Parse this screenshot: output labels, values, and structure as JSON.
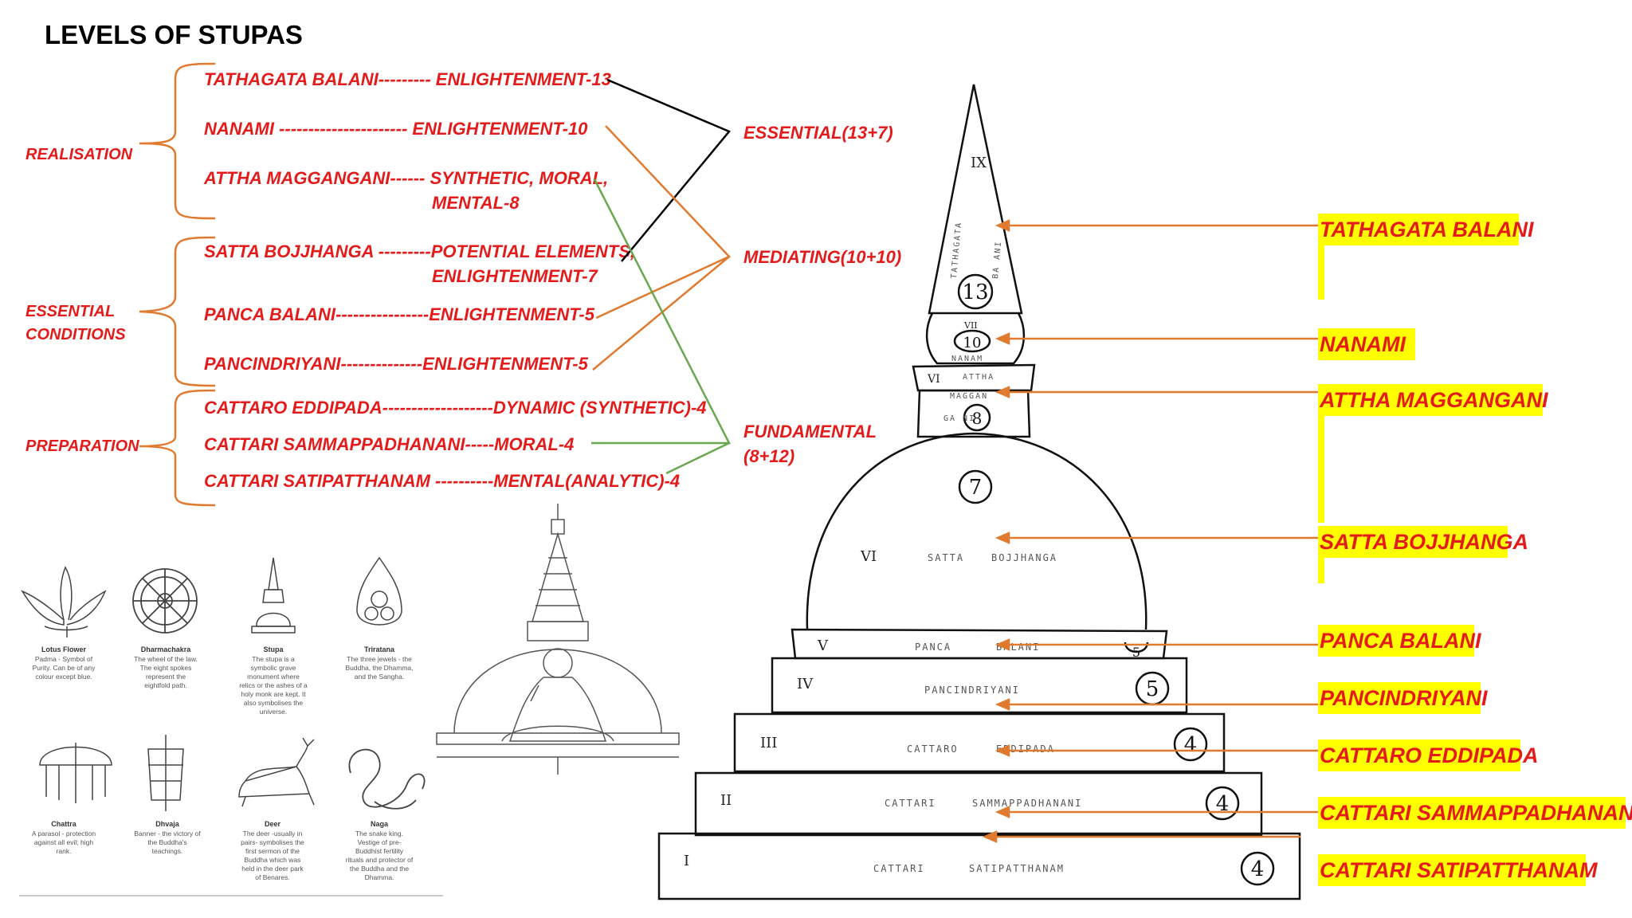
{
  "title": "LEVELS OF STUPAS",
  "categories": {
    "realisation": "REALISATION",
    "essential_1": "ESSENTIAL",
    "essential_2": "CONDITIONS",
    "preparation": "PREPARATION"
  },
  "items": [
    "TATHAGATA BALANI--------- ENLIGHTENMENT-13",
    "NANAMI ---------------------- ENLIGHTENMENT-10",
    "ATTHA MAGGANGANI------ SYNTHETIC, MORAL,",
    "MENTAL-8",
    "SATTA BOJJHANGA ---------POTENTIAL ELEMENTS,",
    "ENLIGHTENMENT-7",
    "PANCA BALANI----------------ENLIGHTENMENT-5",
    "PANCINDRIYANI--------------ENLIGHTENMENT-5",
    "CATTARO EDDIPADA-------------------DYNAMIC (SYNTHETIC)-4",
    "CATTARI SAMMAPPADHANANI-----MORAL-4",
    "CATTARI SATIPATTHANAM ----------MENTAL(ANALYTIC)-4"
  ],
  "groups": {
    "essential": "ESSENTIAL(13+7)",
    "mediating": "MEDIATING(10+10)",
    "fundamental_1": "FUNDAMENTAL",
    "fundamental_2": "(8+12)"
  },
  "right_labels": [
    "TATHAGATA BALANI",
    "NANAMI",
    "ATTHA MAGGANGANI",
    "SATTA BOJJHANGA",
    "PANCA BALANI",
    "PANCINDRIYANI",
    "CATTARO EDDIPADA",
    "CATTARI SAMMAPPADHANANI",
    "CATTARI SATIPATTHANAM"
  ],
  "stupa": {
    "roman": [
      "IX",
      "VII",
      "VI",
      "VI",
      "V",
      "IV",
      "III",
      "II",
      "I"
    ],
    "numbers": [
      "13",
      "10",
      "8",
      "7",
      "5",
      "5",
      "4",
      "4",
      "4"
    ],
    "inscriptions": [
      "TATHAGATA",
      "BA ANI",
      "NANAM",
      "ATTHA",
      "MAGGAN",
      "GA NI",
      "SATTA",
      "BOJJHANGA",
      "PANCA",
      "BALANI",
      "PANCINDRIYANI",
      "CATTARO",
      "EDDIPADA",
      "CATTARI",
      "SAMMAPPADHANANI",
      "CATTARI",
      "SATIPATTHANAM"
    ]
  },
  "symbols": [
    {
      "name": "Lotus Flower",
      "desc": [
        "Padma - Symbol of",
        "Purity. Can be of any",
        "colour except blue."
      ]
    },
    {
      "name": "Dharmachakra",
      "desc": [
        "The wheel of the law.",
        "The eight spokes",
        "represent the",
        "eightfold path."
      ]
    },
    {
      "name": "Stupa",
      "desc": [
        "The stupa is a",
        "symbolic grave",
        "monument where",
        "relics or the ashes of a",
        "holy monk are kept. It",
        "also symbolises the",
        "universe."
      ]
    },
    {
      "name": "Triratana",
      "desc": [
        "The three jewels - the",
        "Buddha, the Dhamma,",
        "and the Sangha."
      ]
    },
    {
      "name": "Chattra",
      "desc": [
        "A parasol - protection",
        "against all evil; high",
        "rank."
      ]
    },
    {
      "name": "Dhvaja",
      "desc": [
        "Banner - the victory of",
        "the Buddha's",
        "teachings."
      ]
    },
    {
      "name": "Deer",
      "desc": [
        "The deer -usually in",
        "pairs- symbolises the",
        "first sermon of the",
        "Buddha which was",
        "held in the deer park",
        "of Benares."
      ]
    },
    {
      "name": "Naga",
      "desc": [
        "The snake king.",
        "Vestige of pre-",
        "Buddhist fertility",
        "rituals and protector of",
        "the Buddha and the",
        "Dhamma."
      ]
    }
  ],
  "colors": {
    "label_red": "#e31b1b",
    "bracket_orange": "#e07a2e",
    "connector_green": "#6aa84f",
    "connector_black": "#000000",
    "highlight_yellow": "#ffff00"
  }
}
